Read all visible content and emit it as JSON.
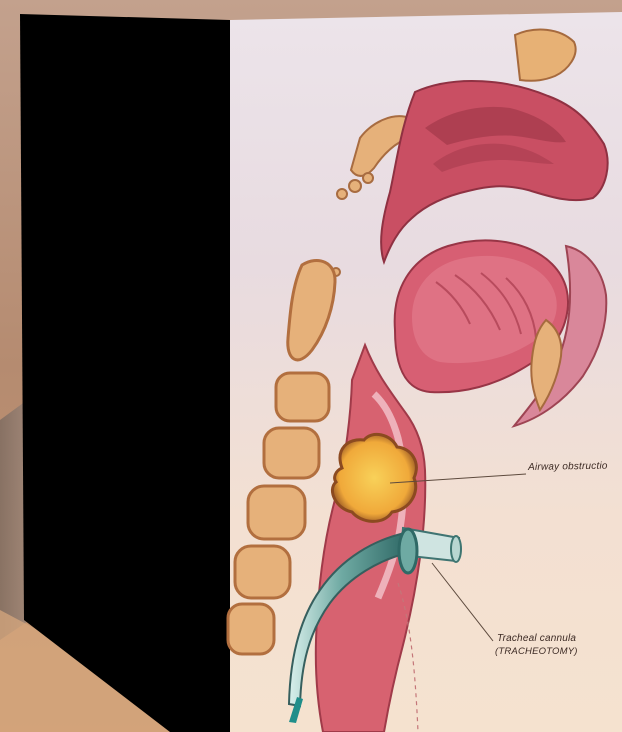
{
  "scene": {
    "description_role": "3D cube face showing anatomical illustration",
    "colors": {
      "background": "#b98f73",
      "cube_side": "#000000",
      "tissue": "#d7576a",
      "bone": "#e2ad74",
      "tumor": "#f1b43c",
      "cannula": "#4e8b87"
    }
  },
  "illustration": {
    "labels": {
      "airway_obstruction": "Airway obstructio",
      "tracheal_cannula_line1": "Tracheal cannula",
      "tracheal_cannula_line2": "(TRACHEOTOMY)"
    }
  }
}
